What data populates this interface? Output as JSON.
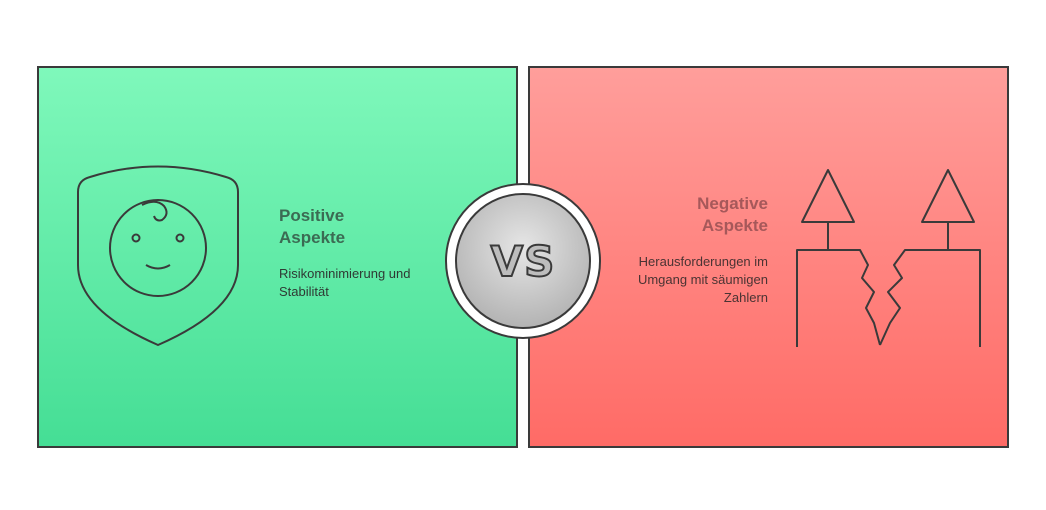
{
  "left": {
    "title": "Positive Aspekte",
    "description": "Risikominimierung und Stabilität",
    "color": "#4de39c",
    "icon": "baby-shield-icon"
  },
  "right": {
    "title": "Negative Aspekte",
    "description": "Herausforderungen im Umgang mit säumigen Zahlern",
    "color": "#ff7f7b",
    "icon": "broken-warning-signs-icon"
  },
  "center": {
    "label": "VS",
    "icon": "vs-badge-icon"
  }
}
